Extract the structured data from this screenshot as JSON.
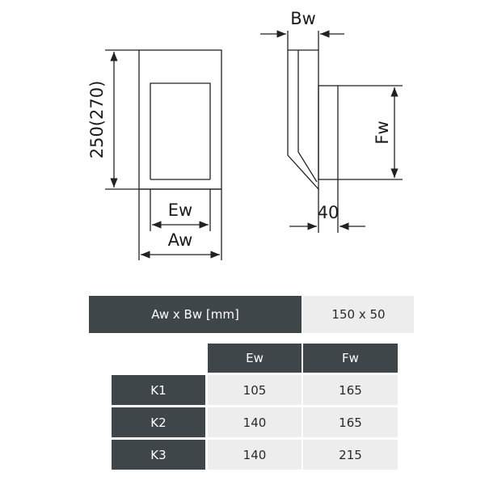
{
  "drawing": {
    "front": {
      "height_label": "250(270)",
      "inner_width_label": "Ew",
      "outer_width_label": "Aw"
    },
    "side": {
      "top_width_label": "Bw",
      "flange_label": "Fw",
      "depth_label": "40"
    }
  },
  "table": {
    "header_label": "Aw x Bw [mm]",
    "header_value": "150 x 50",
    "columns": [
      "Ew",
      "Fw"
    ],
    "rows": [
      {
        "label": "K1",
        "ew": "105",
        "fw": "165"
      },
      {
        "label": "K2",
        "ew": "140",
        "fw": "165"
      },
      {
        "label": "K3",
        "ew": "140",
        "fw": "215"
      }
    ]
  },
  "colors": {
    "dark_cell": "#3e4649",
    "light_cell": "#ededed",
    "line": "#222222"
  }
}
